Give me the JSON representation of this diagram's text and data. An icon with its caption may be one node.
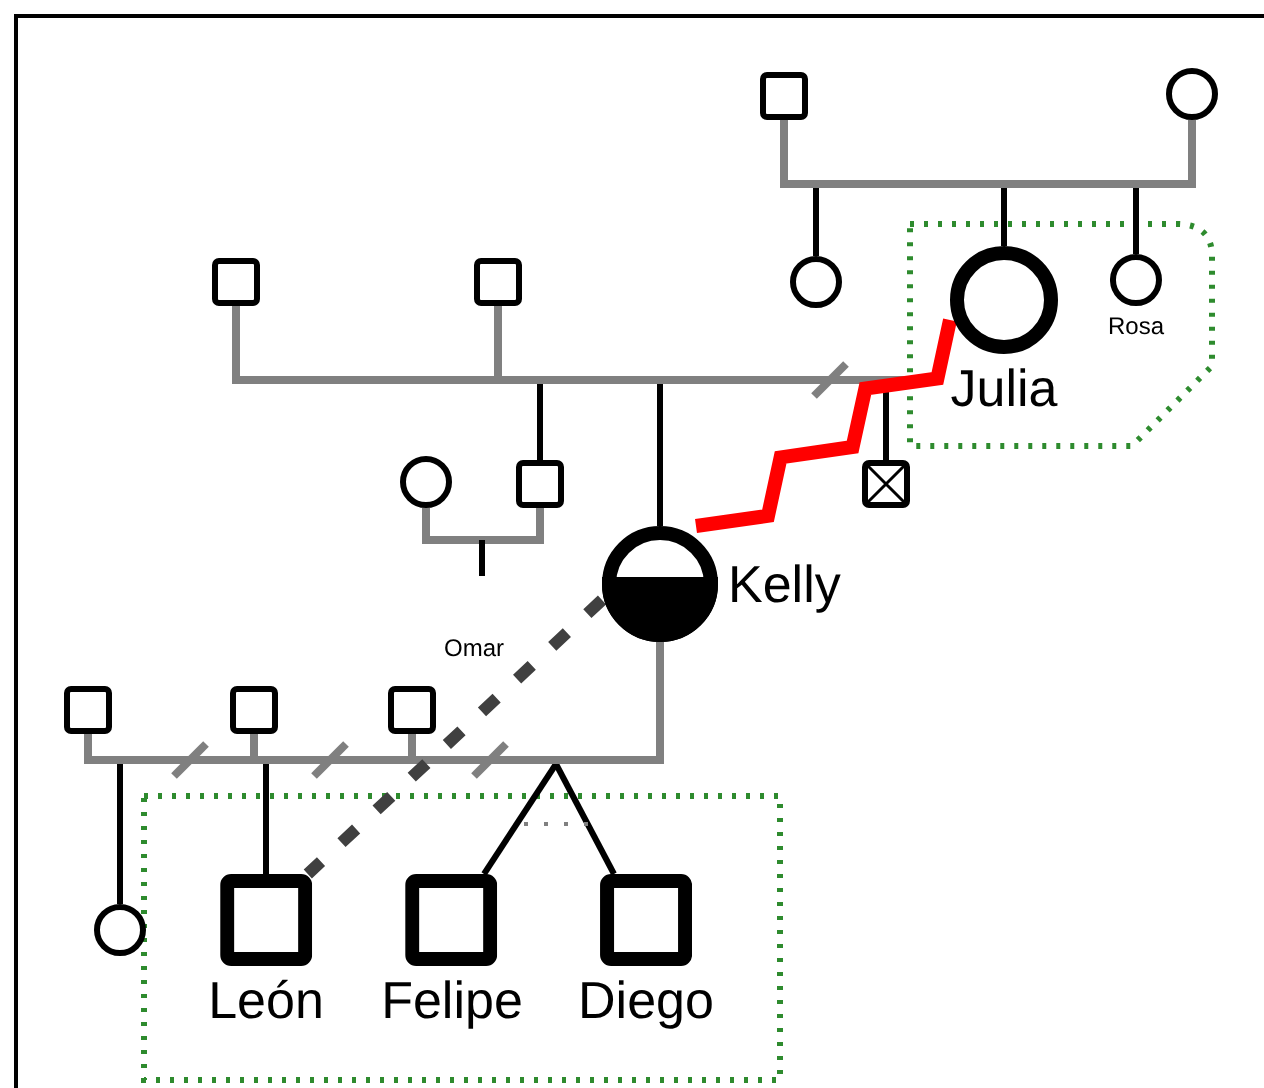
{
  "diagram": {
    "nodes": [
      {
        "text": [],
        "shape": "box"
      },
      {
        "text": [],
        "shape": "circle"
      },
      {
        "text": [],
        "shape": "box"
      },
      {
        "text": [],
        "shape": "box"
      },
      {
        "text": [],
        "shape": "circle"
      },
      {
        "text": [
          "Julia"
        ]
      },
      {
        "text": [
          "Rosa"
        ]
      },
      {
        "text": [],
        "shape": "circle"
      },
      {
        "text": [],
        "shape": "box"
      },
      {
        "text": [],
        "shape": "box"
      },
      {
        "text": [
          "Kelly"
        ]
      },
      {
        "text": [],
        "shape": "box"
      },
      {
        "text": [],
        "shape": "box"
      },
      {
        "text": [],
        "shape": "box"
      },
      {
        "text": [],
        "shape": "circle"
      },
      {
        "text": [
          "León"
        ]
      },
      {
        "text": [
          "Felipe"
        ]
      },
      {
        "text": [
          "Diego"
        ]
      }
    ],
    "edges": [
      {
        "from": 0,
        "to": 1,
        "arrow": "none",
        "color": "#808080"
      },
      {
        "from": null,
        "to": 4,
        "arrow": "none"
      },
      {
        "from": null,
        "to": 5,
        "arrow": "none"
      },
      {
        "from": null,
        "to": 6,
        "arrow": "none"
      },
      {
        "from": 2,
        "to": 3,
        "arrow": "none",
        "color": "#808080"
      },
      {
        "from": null,
        "to": 8,
        "arrow": "none"
      },
      {
        "from": null,
        "to": 10,
        "arrow": "none"
      },
      {
        "from": null,
        "to": 9,
        "arrow": "none"
      },
      {
        "from": 7,
        "to": 8,
        "arrow": "none",
        "color": "#808080"
      },
      {
        "from": 10,
        "to": 11,
        "arrow": "none",
        "color": "#808080"
      },
      {
        "from": 10,
        "to": 12,
        "arrow": "none",
        "color": "#808080"
      },
      {
        "from": 10,
        "to": 13,
        "arrow": "none",
        "color": "#808080"
      },
      {
        "from": null,
        "to": 14,
        "arrow": "none"
      },
      {
        "from": null,
        "to": 15,
        "arrow": "none"
      },
      {
        "from": null,
        "to": 16,
        "arrow": "none"
      },
      {
        "from": null,
        "to": 17,
        "arrow": "none"
      },
      {
        "from": 10,
        "to": 15,
        "arrow": "none",
        "style": "dashed",
        "color": "#404040"
      },
      {
        "from": 10,
        "to": 5,
        "arrow": "none",
        "style": "thick",
        "color": "#ff0000"
      }
    ],
    "labels": [
      "Omar"
    ]
  }
}
